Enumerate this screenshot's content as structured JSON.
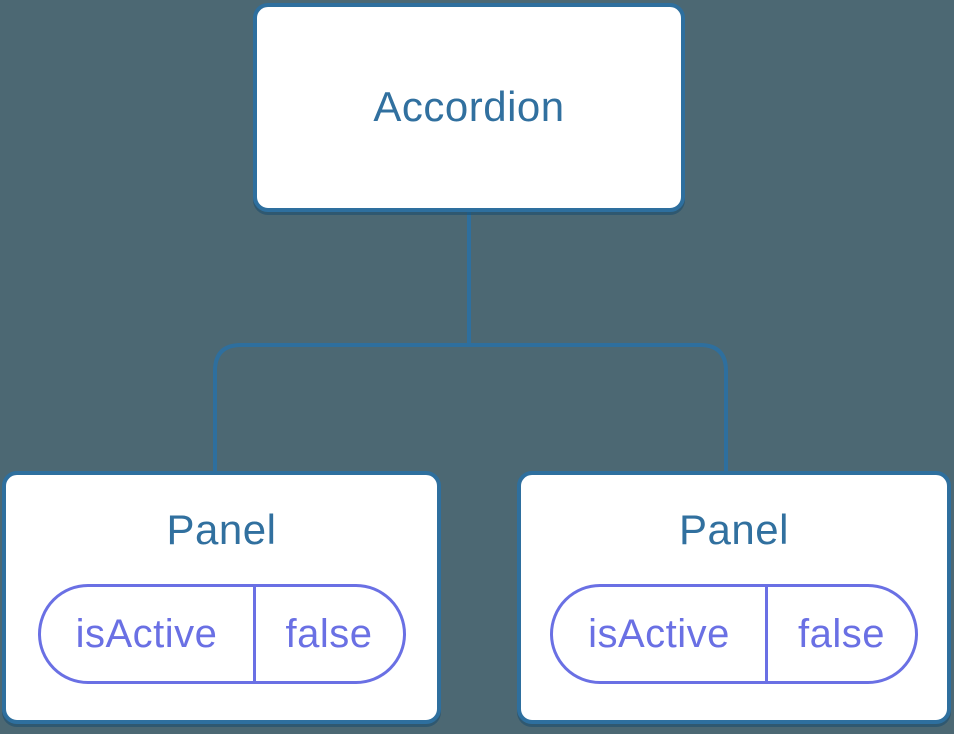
{
  "tree": {
    "root": {
      "label": "Accordion"
    },
    "children": [
      {
        "label": "Panel",
        "state": {
          "key": "isActive",
          "value": "false"
        }
      },
      {
        "label": "Panel",
        "state": {
          "key": "isActive",
          "value": "false"
        }
      }
    ]
  },
  "colors": {
    "background": "#4c6873",
    "node_fill": "#ffffff",
    "node_border": "#2e6f9e",
    "node_text": "#31709f",
    "connector": "#2e6f9e",
    "state_accent": "#6a70e4"
  }
}
